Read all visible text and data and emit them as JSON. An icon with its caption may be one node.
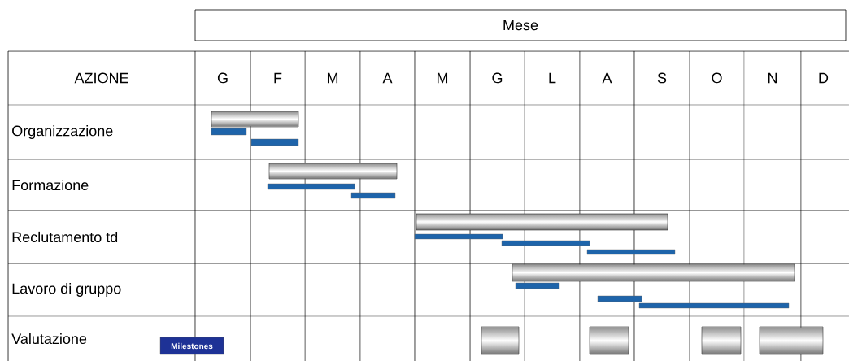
{
  "diagram": {
    "nodes": [
      {
        "text": [
          "Milestones"
        ]
      }
    ],
    "labels": [
      "Mese",
      "AZIONE",
      "G",
      "F",
      "M",
      "A",
      "M",
      "G",
      "L",
      "A",
      "S",
      "O",
      "N",
      "D",
      "Organizzazione",
      "Formazione",
      "Reclutamento td",
      "Lavoro di gruppo",
      "Valutazione"
    ]
  }
}
